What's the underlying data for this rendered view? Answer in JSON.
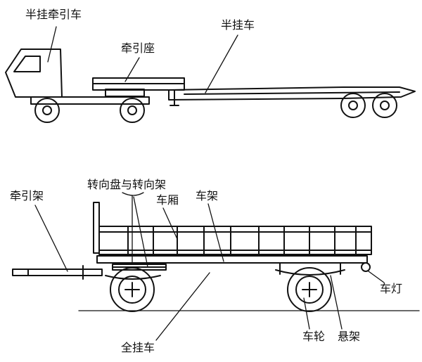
{
  "labels": {
    "semi_tractor": "半挂牵引车",
    "fifth_wheel": "牵引座",
    "semi_trailer": "半挂车",
    "tow_frame": "牵引架",
    "turntable_steering": "转向盘与转向架",
    "cargo_box": "车厢",
    "frame": "车架",
    "tail_light": "车灯",
    "full_trailer": "全挂车",
    "wheel": "车轮",
    "suspension": "悬架"
  },
  "colors": {
    "ink": "#111111",
    "background": "#ffffff"
  }
}
